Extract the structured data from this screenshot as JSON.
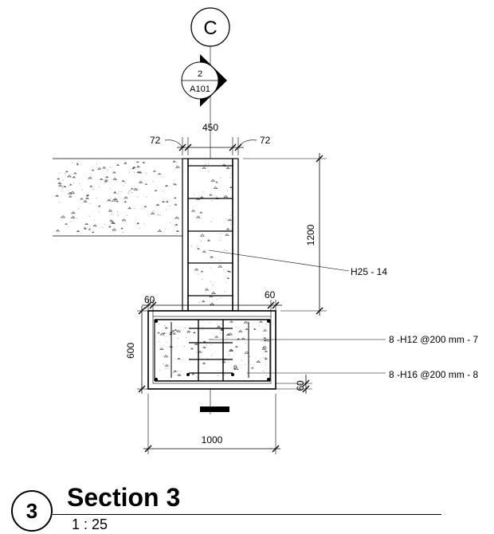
{
  "grid_bubble": {
    "label": "C"
  },
  "section_marker": {
    "number": "2",
    "sheet": "A101"
  },
  "dimensions": {
    "column_width": "450",
    "cover_left": "72",
    "cover_right": "72",
    "column_height": "1200",
    "footing_cover_left": "60",
    "footing_cover_right": "60",
    "footing_depth": "600",
    "footing_bottom_cover": "60",
    "footing_width": "1000"
  },
  "annotations": {
    "column_bars": "H25 - 14",
    "top_mesh": "8 -H12 @200 mm - 7",
    "bottom_mesh": "8 -H16 @200 mm - 8"
  },
  "title_block": {
    "number": "3",
    "name": "Section 3",
    "scale": "1 : 25"
  }
}
